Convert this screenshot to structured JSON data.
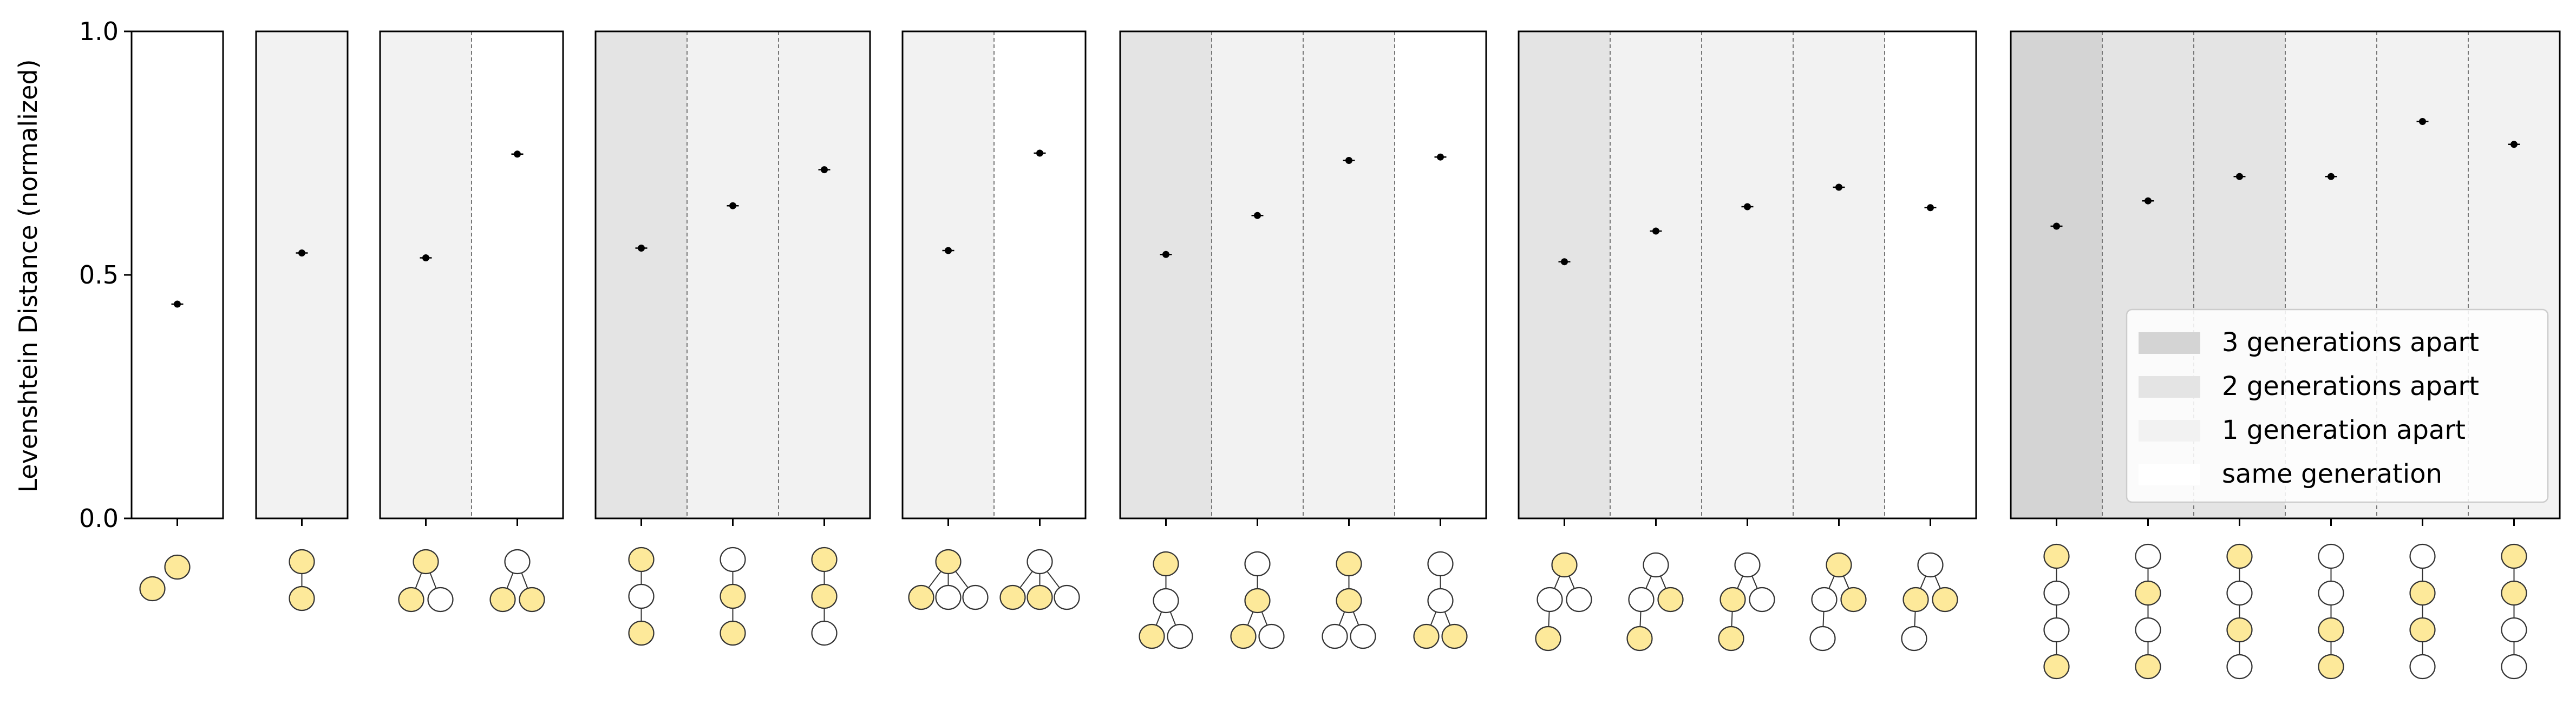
{
  "chart_data": {
    "type": "scatter",
    "ylabel": "Levenshtein Distance (normalized)",
    "ylim": [
      0,
      1
    ],
    "yticks": [
      {
        "value": 0.0,
        "label": "0.0"
      },
      {
        "value": 0.5,
        "label": "0.5"
      },
      {
        "value": 1.0,
        "label": "1.0"
      }
    ],
    "grid": false,
    "colors": {
      "shade_3": "#d4d4d4",
      "shade_2": "#e4e4e4",
      "shade_1": "#f2f2f2",
      "shade_0": "#ffffff",
      "highlight_node": "#fde99a",
      "plain_node": "#ffffff",
      "point": "#000000"
    },
    "legend": {
      "placement": "lower-right",
      "entries": [
        {
          "label": "3 generations apart",
          "gen": 3
        },
        {
          "label": "2 generations apart",
          "gen": 2
        },
        {
          "label": "1 generation apart",
          "gen": 1
        },
        {
          "label": "same generation",
          "gen": 0
        }
      ]
    },
    "panels": [
      {
        "points": [
          {
            "value": 0.44,
            "err": 0.006,
            "gen": 0,
            "tree": "pair_siblings"
          }
        ]
      },
      {
        "points": [
          {
            "value": 0.545,
            "err": 0.006,
            "gen": 1,
            "tree": "chain2_both"
          }
        ]
      },
      {
        "points": [
          {
            "value": 0.535,
            "err": 0.006,
            "gen": 1,
            "tree": "fork_parent_left"
          },
          {
            "value": 0.748,
            "err": 0.006,
            "gen": 0,
            "tree": "fork_children"
          }
        ]
      },
      {
        "points": [
          {
            "value": 0.555,
            "err": 0.006,
            "gen": 2,
            "tree": "chain3_ends"
          },
          {
            "value": 0.642,
            "err": 0.006,
            "gen": 1,
            "tree": "chain3_lower"
          },
          {
            "value": 0.716,
            "err": 0.006,
            "gen": 1,
            "tree": "chain3_upper"
          }
        ]
      },
      {
        "points": [
          {
            "value": 0.55,
            "err": 0.006,
            "gen": 1,
            "tree": "trifork_parent_left"
          },
          {
            "value": 0.75,
            "err": 0.006,
            "gen": 0,
            "tree": "trifork_two_children"
          }
        ]
      },
      {
        "points": [
          {
            "value": 0.542,
            "err": 0.006,
            "gen": 2,
            "tree": "y_top_leftleaf"
          },
          {
            "value": 0.622,
            "err": 0.006,
            "gen": 1,
            "tree": "y_mid_leftleaf"
          },
          {
            "value": 0.735,
            "err": 0.006,
            "gen": 1,
            "tree": "y_top_mid"
          },
          {
            "value": 0.742,
            "err": 0.006,
            "gen": 0,
            "tree": "y_two_leaves"
          }
        ]
      },
      {
        "points": [
          {
            "value": 0.527,
            "err": 0.006,
            "gen": 2,
            "tree": "tree4_root_leaf"
          },
          {
            "value": 0.59,
            "err": 0.006,
            "gen": 1,
            "tree": "tree4_child_cousin"
          },
          {
            "value": 0.64,
            "err": 0.006,
            "gen": 1,
            "tree": "tree4_child_leaf"
          },
          {
            "value": 0.68,
            "err": 0.006,
            "gen": 1,
            "tree": "tree4_root_child"
          },
          {
            "value": 0.638,
            "err": 0.006,
            "gen": 0,
            "tree": "tree4_siblings"
          }
        ]
      },
      {
        "points": [
          {
            "value": 0.6,
            "err": 0.006,
            "gen": 3,
            "tree": "chain4_1_4"
          },
          {
            "value": 0.652,
            "err": 0.006,
            "gen": 2,
            "tree": "chain4_2_4"
          },
          {
            "value": 0.702,
            "err": 0.006,
            "gen": 2,
            "tree": "chain4_1_3"
          },
          {
            "value": 0.702,
            "err": 0.006,
            "gen": 1,
            "tree": "chain4_3_4"
          },
          {
            "value": 0.815,
            "err": 0.006,
            "gen": 1,
            "tree": "chain4_2_3"
          },
          {
            "value": 0.768,
            "err": 0.006,
            "gen": 1,
            "tree": "chain4_1_2"
          }
        ]
      }
    ]
  }
}
